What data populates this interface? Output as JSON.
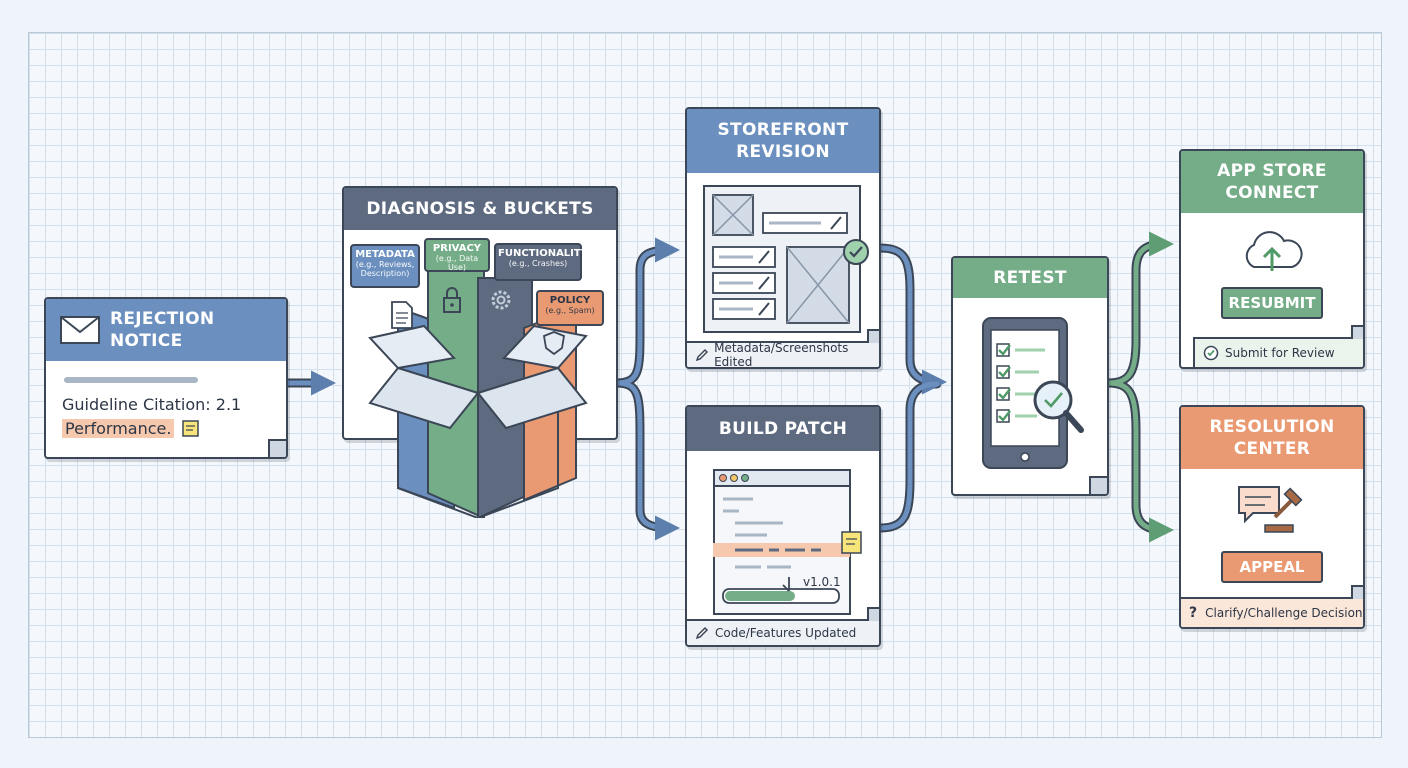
{
  "rejection": {
    "title_line1": "REJECTION",
    "title_line2": "NOTICE",
    "citation_line1": "Guideline Citation: 2.1",
    "citation_line2": "Performance."
  },
  "diagnosis": {
    "title": "DIAGNOSIS & BUCKETS",
    "buckets": [
      {
        "name": "METADATA",
        "detail": "(e.g., Reviews, Description)"
      },
      {
        "name": "PRIVACY",
        "detail": "(e.g., Data Use)"
      },
      {
        "name": "FUNCTIONALITY",
        "detail": "(e.g., Crashes)"
      },
      {
        "name": "POLICY",
        "detail": "(e.g., Spam)"
      }
    ]
  },
  "storefront": {
    "title_line1": "STOREFRONT",
    "title_line2": "REVISION",
    "footer": "Metadata/Screenshots Edited"
  },
  "build": {
    "title": "BUILD PATCH",
    "version": "v1.0.1",
    "footer": "Code/Features Updated"
  },
  "retest": {
    "title": "RETEST"
  },
  "appstore": {
    "title_line1": "APP STORE",
    "title_line2": "CONNECT",
    "button": "RESUBMIT",
    "footer": "Submit for Review"
  },
  "resolution": {
    "title_line1": "RESOLUTION",
    "title_line2": "CENTER",
    "button": "APPEAL",
    "footer": "Clarify/Challenge Decision"
  },
  "colors": {
    "blue": "#6b8fbe",
    "slate": "#5d6a80",
    "green": "#74ad87",
    "orange": "#e99a73",
    "outline": "#3b4656"
  }
}
